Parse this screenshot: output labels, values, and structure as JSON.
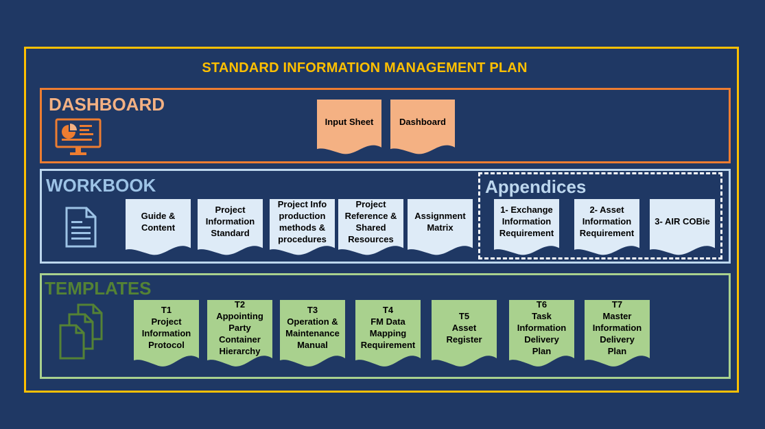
{
  "title": "STANDARD INFORMATION MANAGEMENT PLAN",
  "colors": {
    "background": "#1f3864",
    "outer_border": "#ffc000",
    "dashboard": "#ed7d31",
    "dashboard_doc": "#f4b183",
    "workbook": "#bdd7ee",
    "workbook_doc": "#deebf7",
    "templates": "#a9d18e",
    "templates_label": "#548235"
  },
  "dashboard": {
    "label": "DASHBOARD",
    "icon": "monitor-chart-icon",
    "docs": [
      "Input Sheet",
      "Dashboard"
    ]
  },
  "workbook": {
    "label": "WORKBOOK",
    "icon": "document-icon",
    "docs": [
      "Guide &\nContent",
      "Project\nInformation\nStandard",
      "Project Info\nproduction\nmethods &\nprocedures",
      "Project\nReference &\nShared\nResources",
      "Assignment\nMatrix"
    ]
  },
  "appendices": {
    "label": "Appendices",
    "docs": [
      "1- Exchange\nInformation\nRequirement",
      "2- Asset\nInformation\nRequirement",
      "3- AIR COBie"
    ]
  },
  "templates": {
    "label": "TEMPLATES",
    "icon": "multiple-documents-icon",
    "docs": [
      "T1\nProject\nInformation\nProtocol",
      "T2\nAppointing\nParty\nContainer\nHierarchy",
      "T3\nOperation &\nMaintenance\nManual",
      "T4\nFM Data\nMapping\nRequirement",
      "T5\nAsset\nRegister",
      "T6\nTask\nInformation\nDelivery\nPlan",
      "T7\nMaster\nInformation\nDelivery\nPlan"
    ]
  }
}
